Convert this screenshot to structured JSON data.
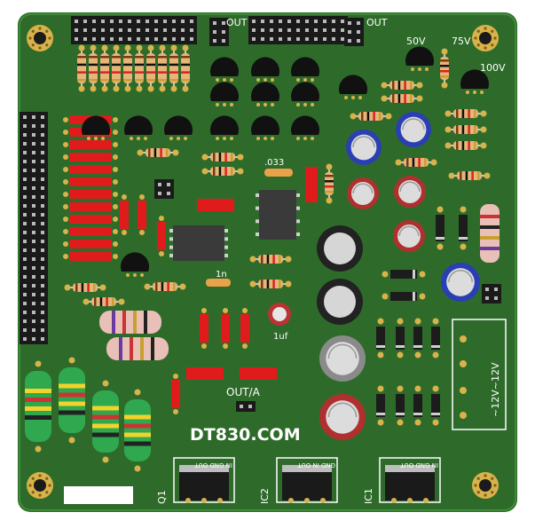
{
  "board": {
    "colors": {
      "pcb": "#2e6b2a",
      "pcb_edge": "#3f8a38",
      "copper": "#d8b24a",
      "silk": "#ffffff",
      "header_black": "#1a1a1a",
      "red_resistor": "#e01b1b",
      "ic_body": "#3a3a3a",
      "electrolytic_blue": "#2a3fb3",
      "electrolytic_red": "#b03030",
      "inductor_green": "#2fa84f"
    },
    "labels": {
      "out_top_left": "OUT",
      "out_top_right": "OUT",
      "v50": "50V",
      "v75": "75V",
      "v100": "100V",
      "cap_033": ".033",
      "cap_1n": "1n",
      "cap_1uf": "1uf",
      "out_a": "OUT/A",
      "brand": "DT830.COM",
      "ac_right": "~12V~12V",
      "q1": "Q1",
      "ic2": "IC2",
      "ic1": "IC1",
      "gnd_in_out_1": "IN GND OUT",
      "gnd_in_out_2": "GND IN OUT",
      "gnd_in_out_3": "IN GND OUT"
    }
  }
}
